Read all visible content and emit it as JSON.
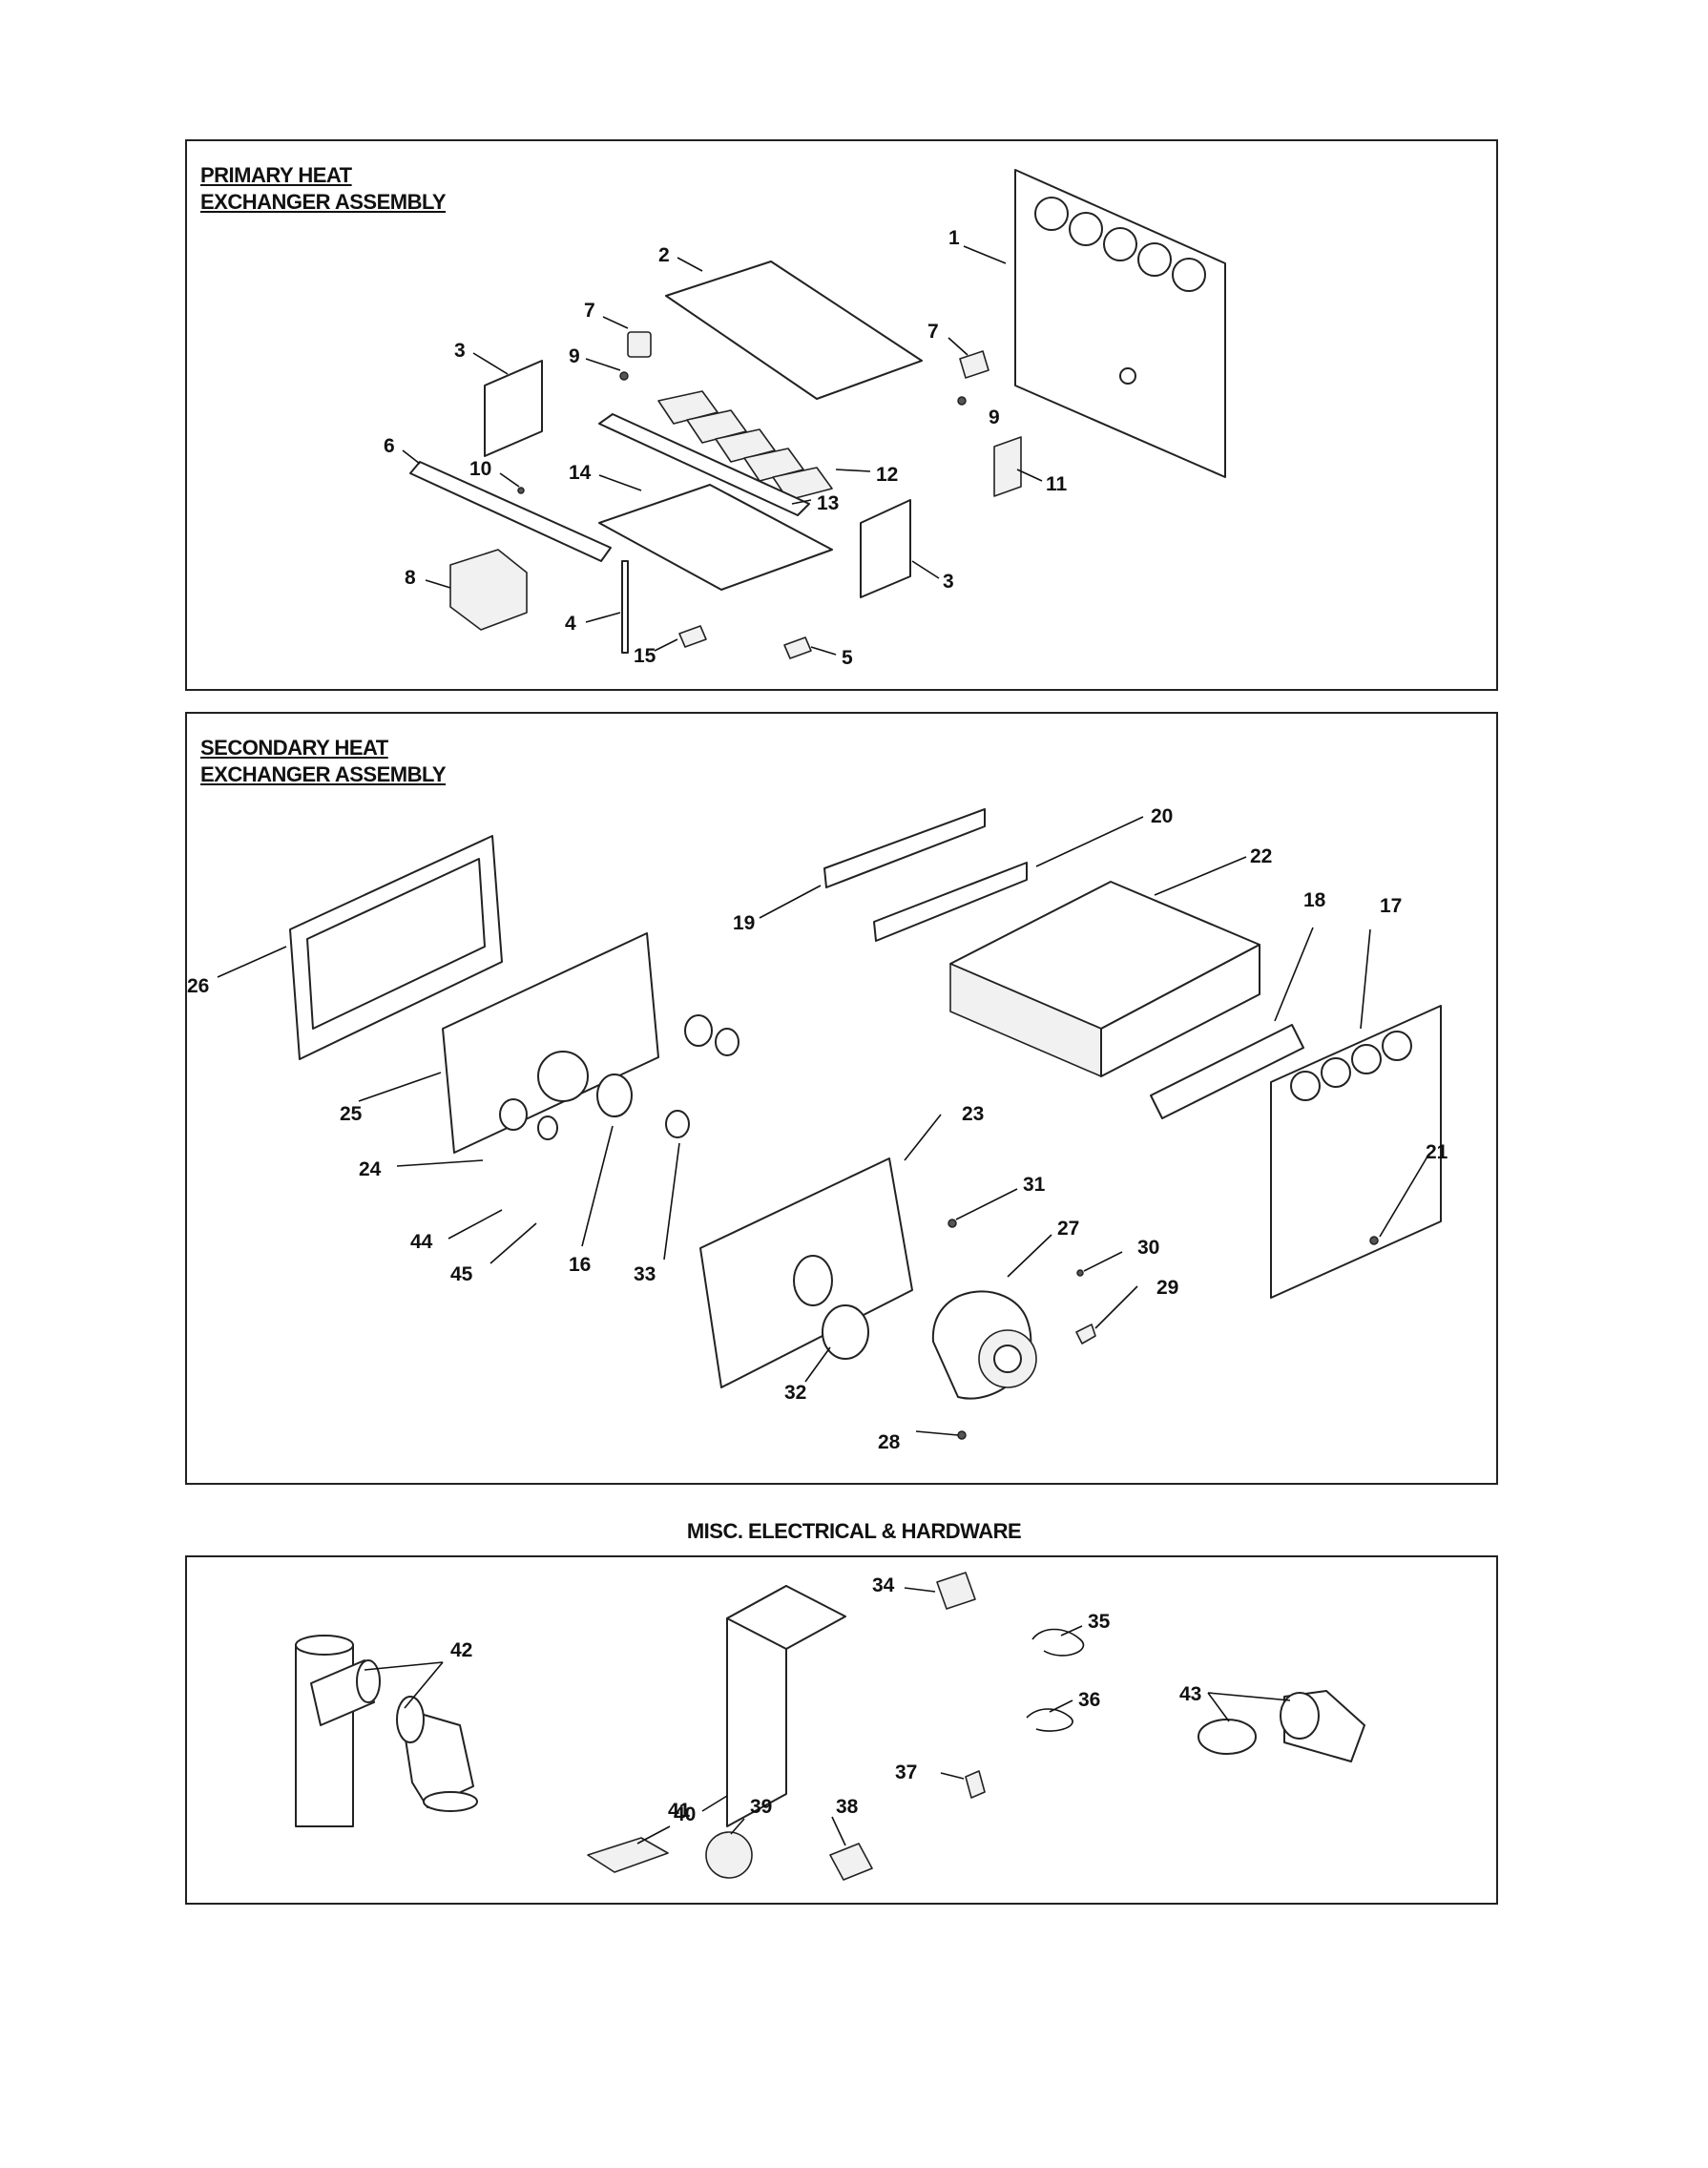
{
  "sections": {
    "primary": {
      "title_line1": "PRIMARY HEAT",
      "title_line2": "EXCHANGER ASSEMBLY"
    },
    "secondary": {
      "title_line1": "SECONDARY HEAT",
      "title_line2": "EXCHANGER ASSEMBLY"
    },
    "misc": {
      "title": "MISC. ELECTRICAL & HARDWARE"
    }
  },
  "callouts": {
    "primary": [
      "1",
      "2",
      "3",
      "7",
      "9",
      "7",
      "9",
      "6",
      "10",
      "14",
      "13",
      "12",
      "11",
      "3",
      "8",
      "4",
      "15",
      "5"
    ],
    "secondary": [
      "20",
      "22",
      "19",
      "18",
      "17",
      "26",
      "25",
      "24",
      "44",
      "45",
      "16",
      "33",
      "23",
      "31",
      "21",
      "27",
      "30",
      "29",
      "32",
      "28"
    ],
    "misc": [
      "34",
      "35",
      "42",
      "36",
      "43",
      "37",
      "41",
      "40",
      "39",
      "38"
    ]
  }
}
